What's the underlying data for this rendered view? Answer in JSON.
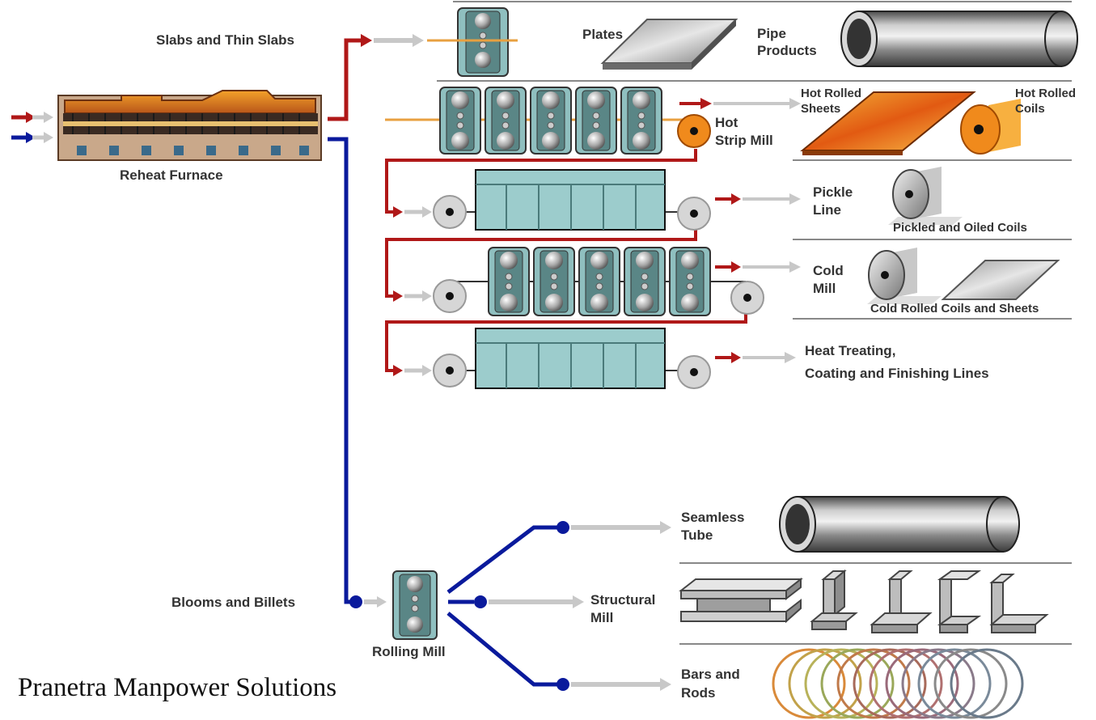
{
  "labels": {
    "reheat_furnace": "Reheat Furnace",
    "slabs": "Slabs and Thin Slabs",
    "plates": "Plates",
    "pipe_products_1": "Pipe",
    "pipe_products_2": "Products",
    "hot_strip_mill_1": "Hot",
    "hot_strip_mill_2": "Strip Mill",
    "hot_rolled_sheets_1": "Hot Rolled",
    "hot_rolled_sheets_2": "Sheets",
    "hot_rolled_coils_1": "Hot Rolled",
    "hot_rolled_coils_2": "Coils",
    "pickle_line_1": "Pickle",
    "pickle_line_2": "Line",
    "pickled_oiled_coils": "Pickled and Oiled Coils",
    "cold_mill_1": "Cold",
    "cold_mill_2": "Mill",
    "cold_rolled_coils_sheets": "Cold Rolled Coils and Sheets",
    "heat_treating_1": "Heat Treating,",
    "heat_treating_2": "Coating and Finishing Lines",
    "blooms_billets": "Blooms and Billets",
    "rolling_mill": "Rolling Mill",
    "seamless_tube_1": "Seamless",
    "seamless_tube_2": "Tube",
    "structural_mill_1": "Structural",
    "structural_mill_2": "Mill",
    "bars_rods_1": "Bars and",
    "bars_rods_2": "Rods"
  },
  "brand": "Pranetra Manpower Solutions",
  "colors": {
    "red_flow": "#b01818",
    "blue_flow": "#0a1a9c",
    "gray_arrow": "#c8c8c8",
    "mill_teal": "#8fbfbf",
    "separator": "#888888",
    "orange": "#f08a1c"
  },
  "icons": [
    "reheat-furnace",
    "roll-stand",
    "plate",
    "pipe",
    "coil",
    "processing-line",
    "i-beam",
    "rail",
    "t-section",
    "channel",
    "angle",
    "wire-rod-coil"
  ]
}
